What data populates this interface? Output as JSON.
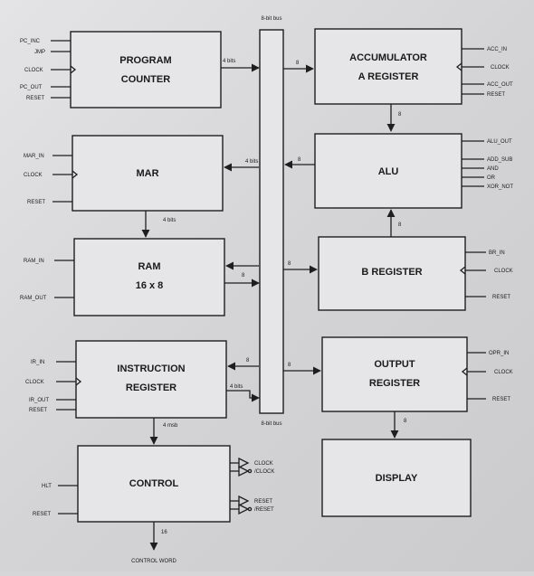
{
  "bus": {
    "top_label": "8-bit bus",
    "bottom_label": "8-bit bus"
  },
  "blocks": {
    "pc": {
      "line1": "PROGRAM",
      "line2": "COUNTER",
      "signals": [
        "PC_INC",
        "JMP",
        "CLOCK",
        "PC_OUT",
        "RESET"
      ]
    },
    "acc": {
      "line1": "ACCUMULATOR",
      "line2": "A REGISTER",
      "signals": [
        "ACC_IN",
        "CLOCK",
        "ACC_OUT",
        "RESET"
      ]
    },
    "mar": {
      "line1": "MAR",
      "signals": [
        "MAR_IN",
        "CLOCK",
        "RESET"
      ]
    },
    "alu": {
      "line1": "ALU",
      "signals": [
        "ALU_OUT",
        "ADD_SUB",
        "AND",
        "OR",
        "XOR_NOT"
      ]
    },
    "ram": {
      "line1": "RAM",
      "line2": "16 x 8",
      "signals": [
        "RAM_IN",
        "RAM_OUT"
      ]
    },
    "breg": {
      "line1": "B REGISTER",
      "signals": [
        "BR_IN",
        "CLOCK",
        "RESET"
      ]
    },
    "ir": {
      "line1": "INSTRUCTION",
      "line2": "REGISTER",
      "signals": [
        "IR_IN",
        "CLOCK",
        "IR_OUT",
        "RESET"
      ]
    },
    "out": {
      "line1": "OUTPUT",
      "line2": "REGISTER",
      "signals": [
        "OPR_IN",
        "CLOCK",
        "RESET"
      ]
    },
    "ctrl": {
      "line1": "CONTROL",
      "signals": [
        "HLT",
        "RESET"
      ],
      "outputs": [
        "CLOCK",
        "/CLOCK",
        "RESET",
        "/RESET"
      ]
    },
    "disp": {
      "line1": "DISPLAY"
    }
  },
  "wires": {
    "pc_to_bus": "4 bits",
    "bus_to_acc": "8",
    "acc_to_alu": "8",
    "alu_to_bus": "8",
    "bus_to_mar": "4 bits",
    "mar_to_ram": "4 bits",
    "ram_to_bus": "8",
    "bus_to_breg": "8",
    "breg_to_alu": "8",
    "bus_to_ir": "8",
    "ir_to_bus": "4 bits",
    "bus_to_out": "8",
    "out_to_disp": "8",
    "ir_to_ctrl": "4 msb",
    "ctrl_out": "16"
  },
  "control_word": "CONTROL WORD"
}
